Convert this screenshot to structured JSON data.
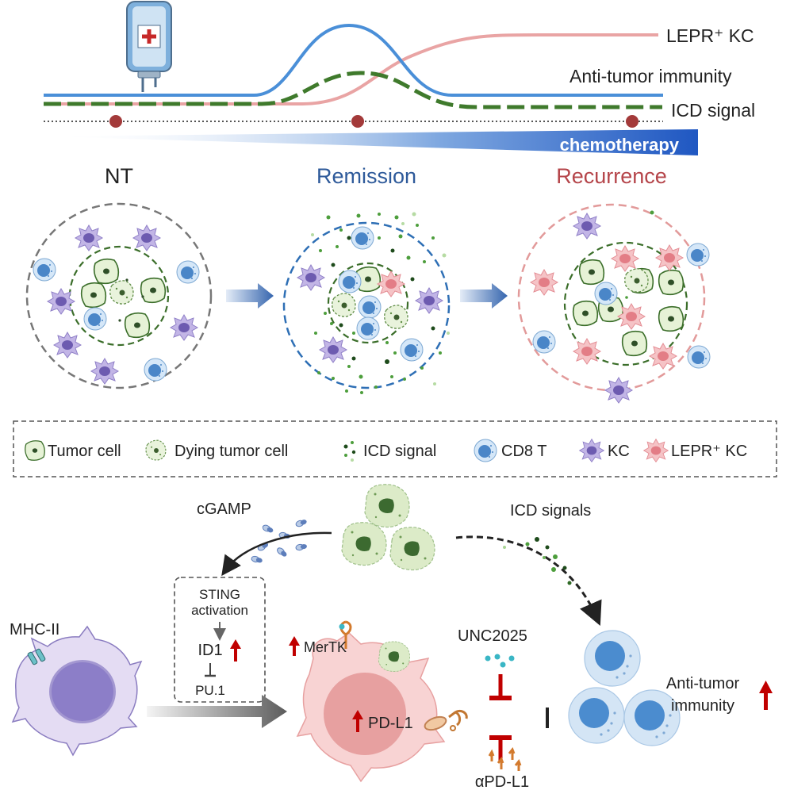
{
  "timeline": {
    "curves": {
      "lepr_kc": "LEPR⁺ KC",
      "anti_tumor_immunity": "Anti-tumor immunity",
      "icd_signal": "ICD signal"
    },
    "chemotherapy_label": "chemotherapy",
    "colors": {
      "lepr_curve": "#e8a3a3",
      "immunity_curve": "#4a90d9",
      "icd_curve": "#3f7a2c",
      "timepoint_dot": "#a83a3a"
    }
  },
  "stages": [
    {
      "label": "NT",
      "color": "#222222"
    },
    {
      "label": "Remission",
      "color": "#2e5a9a"
    },
    {
      "label": "Recurrence",
      "color": "#b5454a"
    }
  ],
  "legend": [
    {
      "label": "Tumor cell",
      "icon": "tumor-cell-icon"
    },
    {
      "label": "Dying tumor cell",
      "icon": "dying-tumor-cell-icon"
    },
    {
      "label": "ICD signal",
      "icon": "icd-signal-icon"
    },
    {
      "label": "CD8 T",
      "icon": "cd8-t-cell-icon"
    },
    {
      "label": "KC",
      "icon": "kc-icon"
    },
    {
      "label": "LEPR⁺ KC",
      "icon": "lepr-kc-icon"
    }
  ],
  "mechanism": {
    "cgamp": "cGAMP",
    "icd_signals": "ICD signals",
    "sting_activation": "STING activation",
    "sting_line1": "STING",
    "sting_line2": "activation",
    "id1": "ID1",
    "pu1": "PU.1",
    "mhc_ii": "MHC-II",
    "mertk": "MerTK",
    "pd_l1": "PD-L1",
    "unc2025": "UNC2025",
    "apd_l1": "αPD-L1",
    "outcome_line1": "Anti-tumor",
    "outcome_line2": "immunity"
  }
}
